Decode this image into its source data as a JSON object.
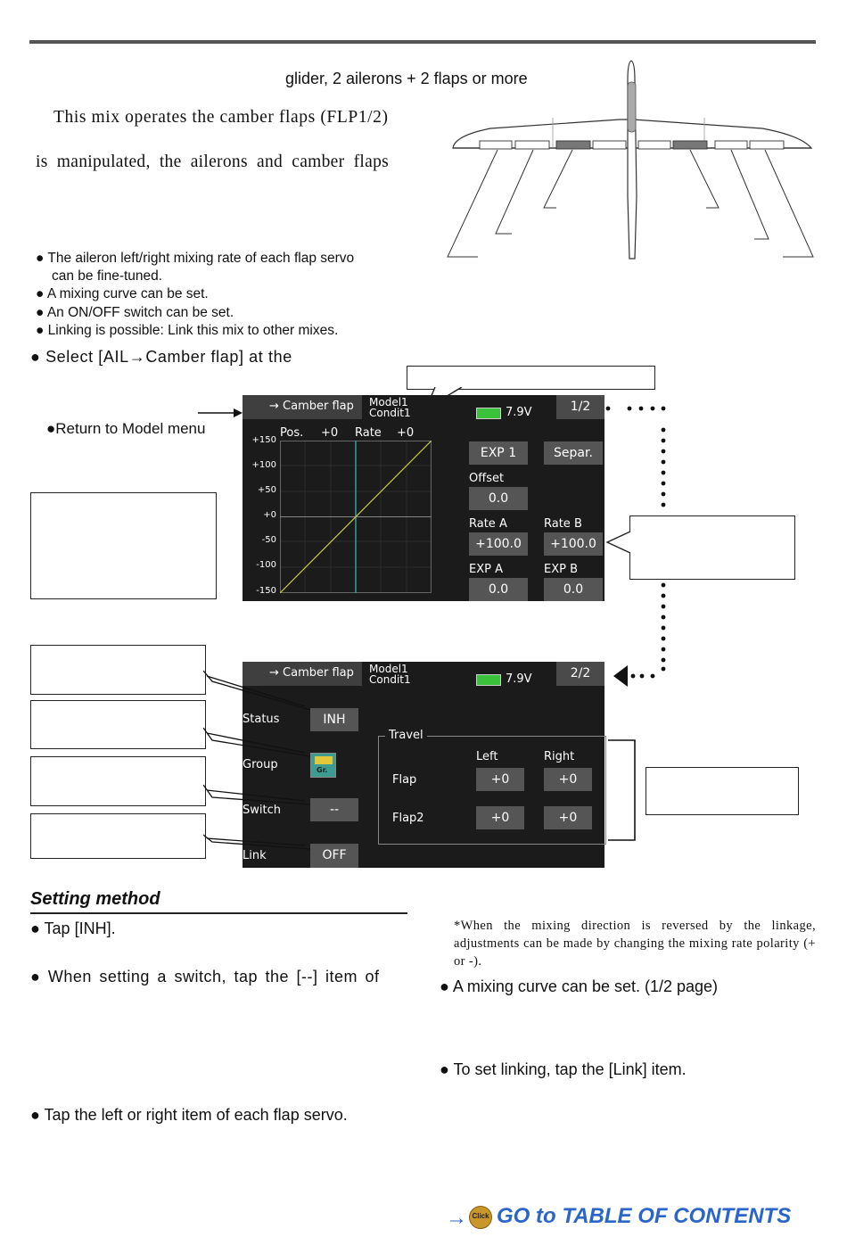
{
  "header": {
    "model_type_line": "glider, 2 ailerons + 2 flaps or more"
  },
  "intro": {
    "line1": "This mix operates the camber flaps (FLP1/2)",
    "line2": "is manipulated, the ailerons and camber flaps"
  },
  "features": [
    "● The aileron left/right mixing rate of each flap servo",
    "can be fine-tuned.",
    "● A mixing curve can be set.",
    "● An ON/OFF switch can be set.",
    "● Linking is possible: Link this mix to other mixes."
  ],
  "select_instruction": "● Select [AIL→Camber flap] at the",
  "return_label": "●Return to Model menu",
  "screen1": {
    "title": "→ Camber flap",
    "model": "Model1",
    "condition": "Condit1",
    "battery": "7.9V",
    "page": "1/2",
    "pos_label": "Pos.",
    "pos_value": "+0",
    "rate_label": "Rate",
    "rate_value": "+0",
    "y_ticks": [
      "+150",
      "+100",
      "+50",
      "+0",
      "-50",
      "-100",
      "-150"
    ],
    "exp_button": "EXP 1",
    "separ_button": "Separ.",
    "offset_label": "Offset",
    "offset_value": "0.0",
    "rate_a_label": "Rate A",
    "rate_b_label": "Rate B",
    "rate_a_value": "+100.0",
    "rate_b_value": "+100.0",
    "exp_a_label": "EXP A",
    "exp_b_label": "EXP B",
    "exp_a_value": "0.0",
    "exp_b_value": "0.0"
  },
  "screen2": {
    "title": "→ Camber flap",
    "model": "Model1",
    "condition": "Condit1",
    "battery": "7.9V",
    "page": "2/2",
    "status_label": "Status",
    "status_value": "INH",
    "group_label": "Group",
    "group_icon_text": "Gr.",
    "switch_label": "Switch",
    "switch_value": "--",
    "link_label": "Link",
    "link_value": "OFF",
    "travel_label": "Travel",
    "left_label": "Left",
    "right_label": "Right",
    "flap_label": "Flap",
    "flap2_label": "Flap2",
    "flap_left": "+0",
    "flap_right": "+0",
    "flap2_left": "+0",
    "flap2_right": "+0"
  },
  "setting": {
    "heading": "Setting method",
    "b1": "● Tap [INH].",
    "b2": "● When setting a switch, tap the [--] item of",
    "b3": "● Tap the left or right item of each flap servo.",
    "note": "*When the mixing direction is reversed by the linkage, adjustments can be made by changing the mixing rate polarity (+ or -).",
    "b4": "● A mixing curve can be set. (1/2 page)",
    "b5": "● To set linking, tap the [Link] item."
  },
  "toc": {
    "label": "GO to TABLE OF CONTENTS",
    "click_badge": "Click"
  },
  "colors": {
    "lcd_bg": "#1b1b1b",
    "button_bg": "#555555",
    "curve": "#c8c84a",
    "center_line": "#3aa6a6",
    "link_blue": "#2a66c8"
  }
}
